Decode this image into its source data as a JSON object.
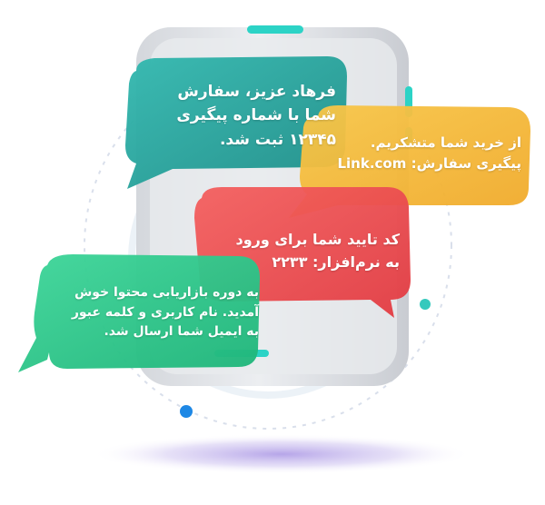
{
  "messages": {
    "order": {
      "line1": "فرهاد عزیز، سفارش",
      "line2": "شما با شماره پیگیری",
      "line3": "۱۲۳۴۵ ثبت شد.",
      "color": "#2aa7a0"
    },
    "thanks": {
      "line1": "از خرید شما متشکریم.",
      "line2": "پیگیری سفارش: Link.com",
      "color": "#f5b935"
    },
    "code": {
      "line1": "کد تایید شما برای ورود",
      "line2": "به نرم‌افزار: ۲۲۳۳",
      "color": "#ef4b4e"
    },
    "course": {
      "line1": "به دوره بازاریابی محتوا خوش",
      "line2": "آمدید. نام کاربری و کلمه عبور",
      "line3": "به ایمیل شما ارسال شد.",
      "color": "#2fc98a"
    }
  },
  "colors": {
    "phone_body": "#e4e6ea",
    "phone_accent": "#2cd3c6",
    "dot_teal": "#35c9bd",
    "dot_blue": "#1e88e5"
  }
}
